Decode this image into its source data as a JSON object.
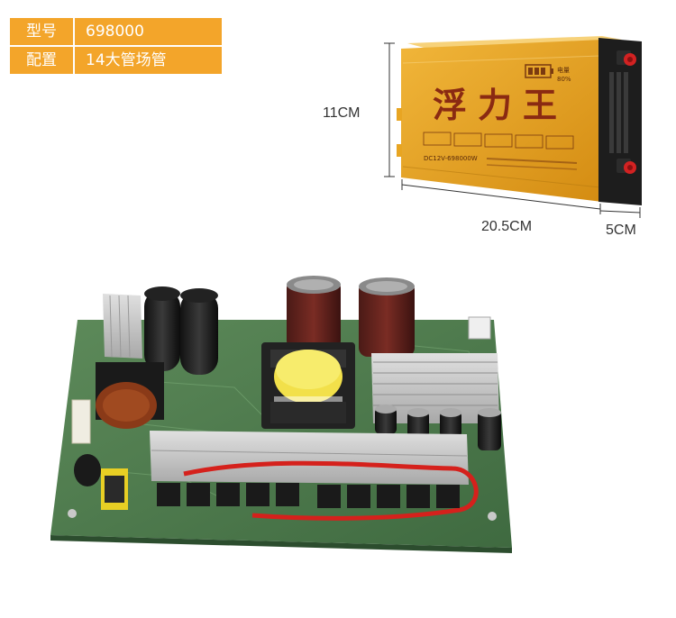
{
  "spec": {
    "rows": [
      {
        "key": "型号",
        "value": "698000"
      },
      {
        "key": "配置",
        "value": "14大管场管"
      }
    ]
  },
  "product": {
    "brand_title": "浮力王",
    "battery_label": "电量",
    "battery_value": "80%",
    "model_strip": "DC12V-698000W",
    "colors": {
      "case_gold": "#e7a21b",
      "case_dark": "#b8720d",
      "end_cap": "#1d1d1d",
      "terminal_red": "#d22222",
      "title_red": "#8a2a12"
    }
  },
  "dimensions": {
    "height": "11CM",
    "width": "20.5CM",
    "depth": "5CM"
  }
}
